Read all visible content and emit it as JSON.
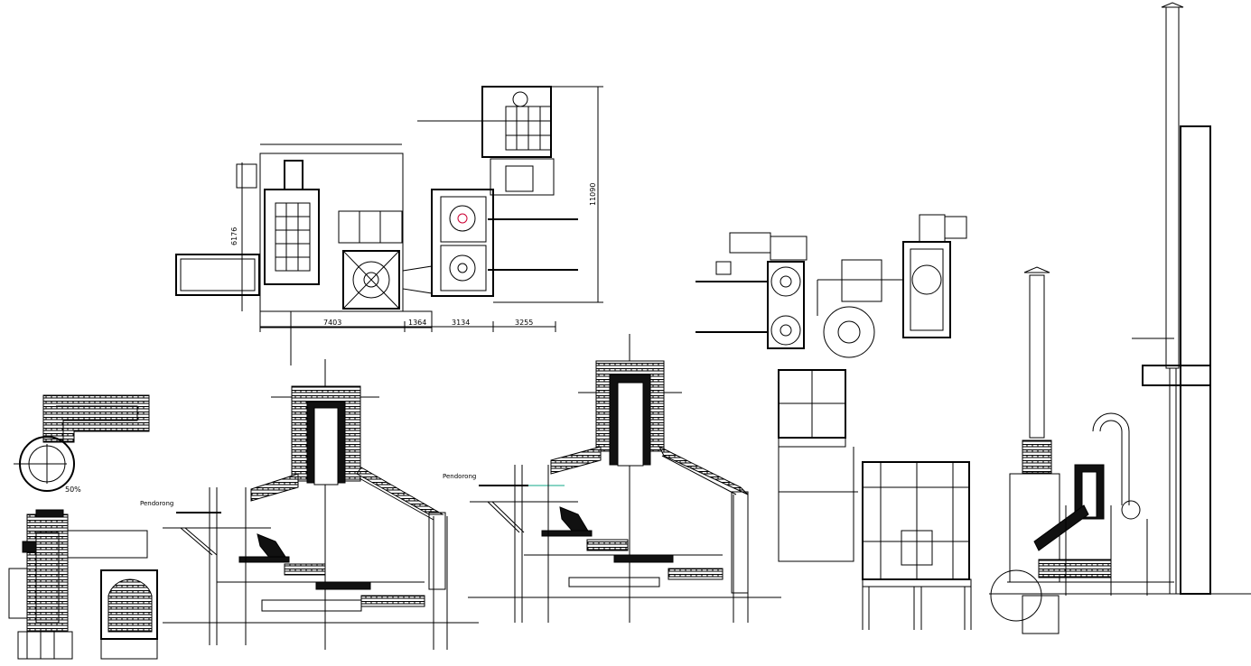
{
  "drawing": {
    "plan_dims": {
      "d1": "7403",
      "d2": "1364",
      "d3": "3134",
      "d4": "3255",
      "v1": "6176",
      "v2": "11090"
    },
    "labels": {
      "left_elev_callout": "Pendorong",
      "right_elev_callout": "Pendorong",
      "small_plan_note": "50%"
    }
  }
}
